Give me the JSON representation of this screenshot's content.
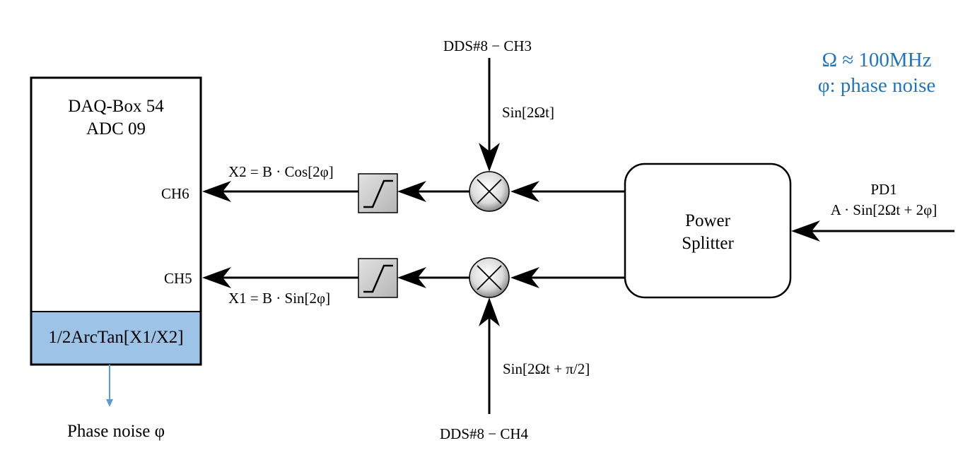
{
  "daq_box": {
    "title_line1": "DAQ-Box 54",
    "title_line2": "ADC 09",
    "ch6_label": "CH6",
    "ch5_label": "CH5",
    "formula_box": "1/2ArcTan[X1/X2]",
    "output_label": "Phase noise φ"
  },
  "signals": {
    "x2": "X2 = B · Cos[2φ]",
    "x1": "X1 = B · Sin[2φ]",
    "dds_top": "DDS#8 − CH3",
    "dds_top_signal": "Sin[2Ωt]",
    "dds_bottom": "DDS#8 − CH4",
    "dds_bottom_signal": "Sin[2Ωt + π/2]",
    "pd_name": "PD1",
    "pd_signal": "A · Sin[2Ωt + 2φ]"
  },
  "splitter": {
    "line1": "Power",
    "line2": "Splitter"
  },
  "legend": {
    "omega": "Ω ≈ 100MHz",
    "phi": "φ: phase noise"
  },
  "colors": {
    "formula_fill": "#9dc3e6",
    "accent_text": "#1f75c4",
    "output_arrow": "#5b9bd5",
    "filter_fill": "#cccccc"
  },
  "icons": {
    "mixer": "mixer-cross-icon",
    "filter": "low-pass-filter-icon"
  }
}
